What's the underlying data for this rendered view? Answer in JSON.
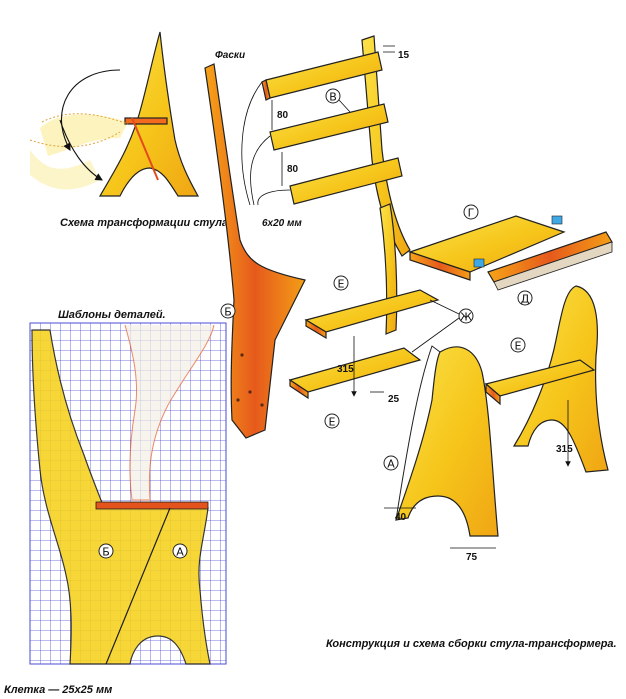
{
  "captions": {
    "transformation": "Схема трансформации стула.",
    "templates": "Шаблоны деталей.",
    "construction": "Конструкция и схема сборки стула-трансформера.",
    "grid": "Клетка — 25x25 мм",
    "chamfer": "Фаски",
    "screws": "6x20 мм"
  },
  "part_labels": {
    "a": "А",
    "b": "Б",
    "v": "В",
    "g": "Г",
    "d": "Д",
    "e": "Е",
    "zh": "Ж"
  },
  "dimensions": {
    "d15": "15",
    "d80a": "80",
    "d80b": "80",
    "d315a": "315",
    "d25": "25",
    "d315b": "315",
    "d40": "40",
    "d75": "75"
  },
  "colors": {
    "wood": "#f7d21c",
    "wood_dark": "#f08a12",
    "wood_red": "#e4531b",
    "grid_line": "#4b4bd8",
    "circle": "#ffffff"
  }
}
